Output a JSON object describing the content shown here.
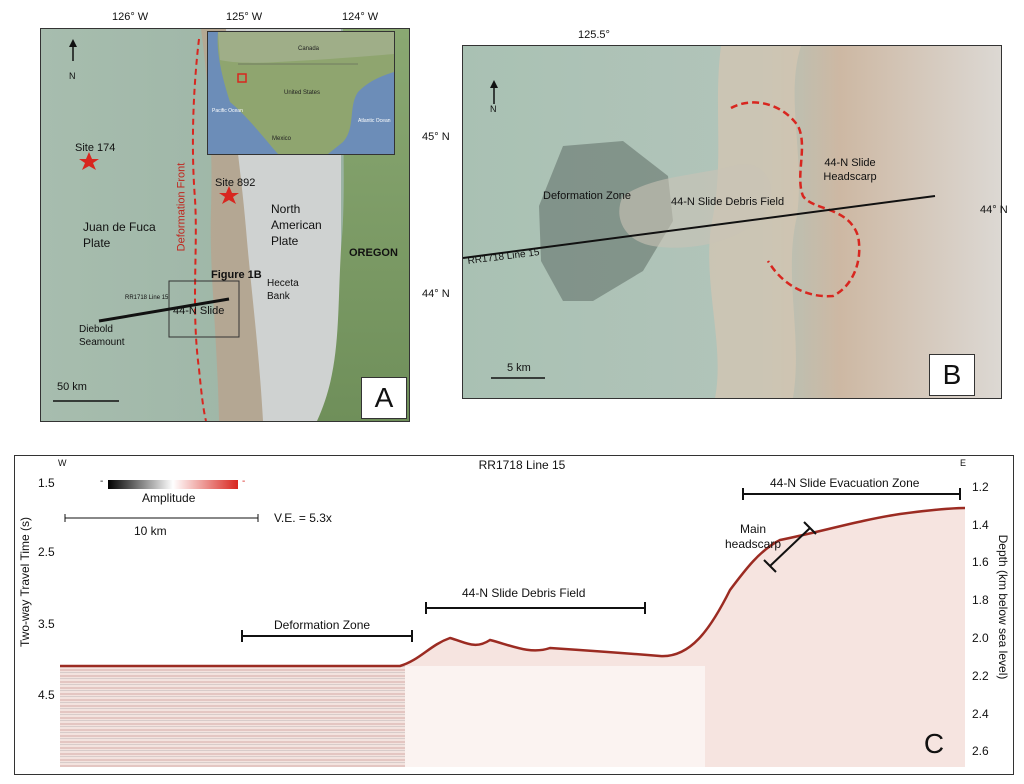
{
  "panel_a": {
    "letter": "A",
    "lon_ticks": [
      "126° W",
      "125° W",
      "124° W"
    ],
    "lat_ticks": [
      "45° N",
      "44° N"
    ],
    "north": "N",
    "scale_bar": "50 km",
    "labels": {
      "site_174": "Site 174",
      "site_892": "Site 892",
      "deformation_front": "Deformation Front",
      "juan_de_fuca": "Juan de Fuca Plate",
      "north_american": "North American Plate",
      "oregon": "OREGON",
      "figure_1b": "Figure 1B",
      "heceta_bank": "Heceta Bank",
      "line_label": "RR1718 Line 15",
      "slide": "44-N Slide",
      "diebold": "Diebold Seamount"
    },
    "inset": {
      "canada": "Canada",
      "united_states": "United States",
      "mexico": "Mexico",
      "pacific": "Pacific Ocean",
      "atlantic": "Atlantic Ocean"
    }
  },
  "panel_b": {
    "letter": "B",
    "lon_tick": "125.5°",
    "lat_tick": "44° N",
    "north": "N",
    "scale_bar": "5 km",
    "labels": {
      "deformation_zone": "Deformation Zone",
      "debris_field": "44-N Slide Debris Field",
      "headscarp": "44-N Slide Headscarp",
      "line": "RR1718 Line 15"
    }
  },
  "panel_c": {
    "letter": "C",
    "title": "RR1718 Line 15",
    "west": "W",
    "east": "E",
    "amplitude_label": "Amplitude",
    "amp_min": "-",
    "amp_max": "-",
    "scale_bar": "10 km",
    "ve": "V.E. = 5.3x",
    "left_axis_label": "Two-way Travel Time (s)",
    "right_axis_label": "Depth (km below sea level)",
    "left_ticks": [
      "1.5",
      "2.5",
      "3.5",
      "4.5"
    ],
    "right_ticks": [
      "1.2",
      "1.4",
      "1.6",
      "1.8",
      "2.0",
      "2.2",
      "2.4",
      "2.6"
    ],
    "annotations": {
      "deformation_zone": "Deformation Zone",
      "debris_field": "44-N Slide Debris Field",
      "evacuation_zone": "44-N Slide Evacuation Zone",
      "main_headscarp": "Main headscarp"
    }
  },
  "colors": {
    "ocean": "#9fb6a8",
    "shelf": "#c7ccca",
    "land": "#7d9a68",
    "dashed_red": "#d8261f",
    "seismic_red": "#c0392b"
  }
}
